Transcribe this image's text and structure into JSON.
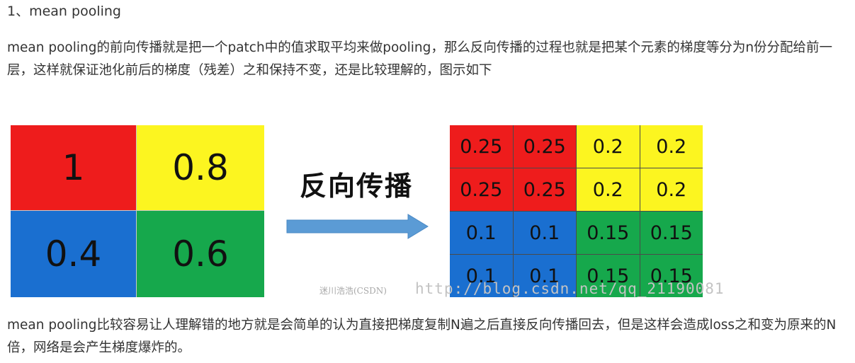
{
  "heading": "1、mean pooling",
  "paragraph1": "mean pooling的前向传播就是把一个patch中的值求取平均来做pooling，那么反向传播的过程也就是把某个元素的梯度等分为n份分配给前一层，这样就保证池化前后的梯度（残差）之和保持不变，还是比较理解的，图示如下",
  "figure": {
    "left_grid": [
      {
        "value": "1",
        "color": "red"
      },
      {
        "value": "0.8",
        "color": "yellow"
      },
      {
        "value": "0.4",
        "color": "blue"
      },
      {
        "value": "0.6",
        "color": "green"
      }
    ],
    "arrow_label": "反向传播",
    "right_grid": [
      {
        "value": "0.25",
        "color": "red"
      },
      {
        "value": "0.25",
        "color": "red"
      },
      {
        "value": "0.2",
        "color": "yellow"
      },
      {
        "value": "0.2",
        "color": "yellow"
      },
      {
        "value": "0.25",
        "color": "red"
      },
      {
        "value": "0.25",
        "color": "red"
      },
      {
        "value": "0.2",
        "color": "yellow"
      },
      {
        "value": "0.2",
        "color": "yellow"
      },
      {
        "value": "0.1",
        "color": "blue"
      },
      {
        "value": "0.1",
        "color": "blue"
      },
      {
        "value": "0.15",
        "color": "green"
      },
      {
        "value": "0.15",
        "color": "green"
      },
      {
        "value": "0.1",
        "color": "blue"
      },
      {
        "value": "0.1",
        "color": "blue"
      },
      {
        "value": "0.15",
        "color": "green"
      },
      {
        "value": "0.15",
        "color": "green"
      }
    ],
    "watermark_author": "迷川浩浩(CSDN)",
    "watermark_url": "http://blog.csdn.net/qq_21190081",
    "colors": {
      "red": "#ee1c1c",
      "yellow": "#fcf520",
      "blue": "#1a6fd0",
      "green": "#16a84c",
      "arrow": "#5b9bd5"
    }
  },
  "paragraph2": "mean pooling比较容易让人理解错的地方就是会简单的认为直接把梯度复制N遍之后直接反向传播回去，但是这样会造成loss之和变为原来的N倍，网络是会产生梯度爆炸的。"
}
